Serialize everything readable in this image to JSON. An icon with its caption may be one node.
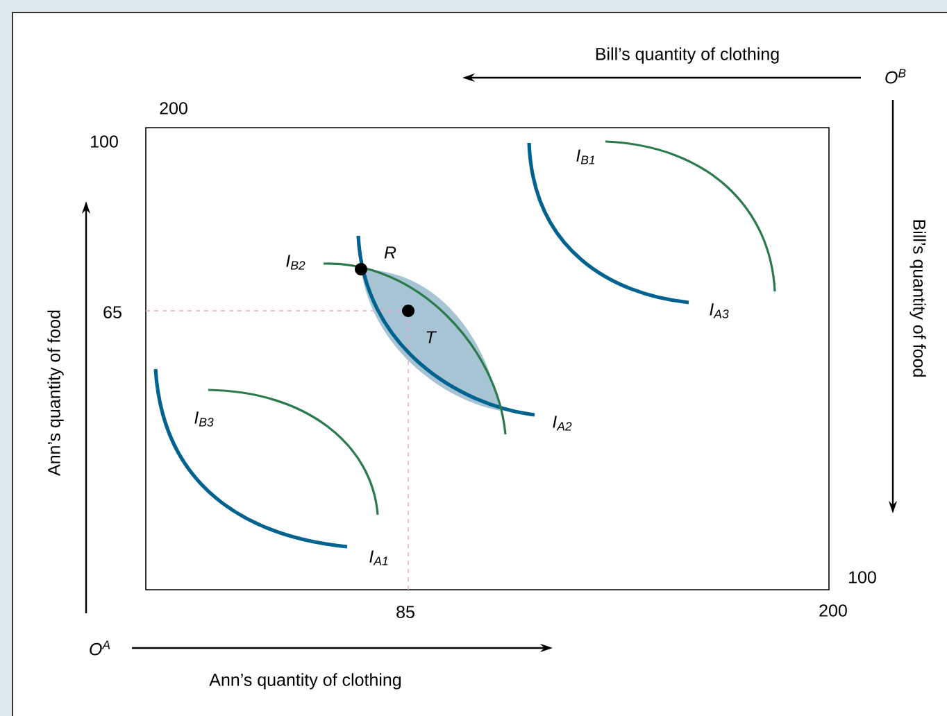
{
  "diagram": {
    "labels": [
      "Bill’s quantity of clothing",
      "O$^{B}$",
      "200",
      "100",
      "I$_{B1}$",
      "Bill’s quantity of food",
      "Ann’s quantity of food",
      "I$_{B2}$",
      "R",
      "65",
      "T",
      "I$_{A3}$",
      "I$_{B3}$",
      "I$_{A2}$",
      "I$_{A1}$",
      "100",
      "85",
      "200",
      "O$^{A}$",
      "Ann’s quantity of clothing"
    ]
  }
}
